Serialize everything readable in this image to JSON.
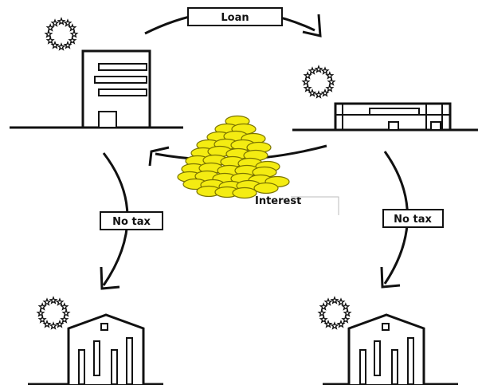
{
  "labels": {
    "loan": "Loan",
    "interest": "Interest",
    "no_tax_left": "No tax",
    "no_tax_right": "No tax"
  },
  "colors": {
    "ink": "#111111",
    "coin_fill": "#f4ec12",
    "coin_stroke": "#7a7300",
    "eu_star": "#111111"
  },
  "icons": {
    "eu_flag_top_left": "eu-stars-icon",
    "eu_flag_top_right": "eu-stars-icon",
    "eu_flag_bottom_left": "eu-stars-icon",
    "eu_flag_bottom_right": "eu-stars-icon",
    "coins": "coin-pile-icon"
  }
}
